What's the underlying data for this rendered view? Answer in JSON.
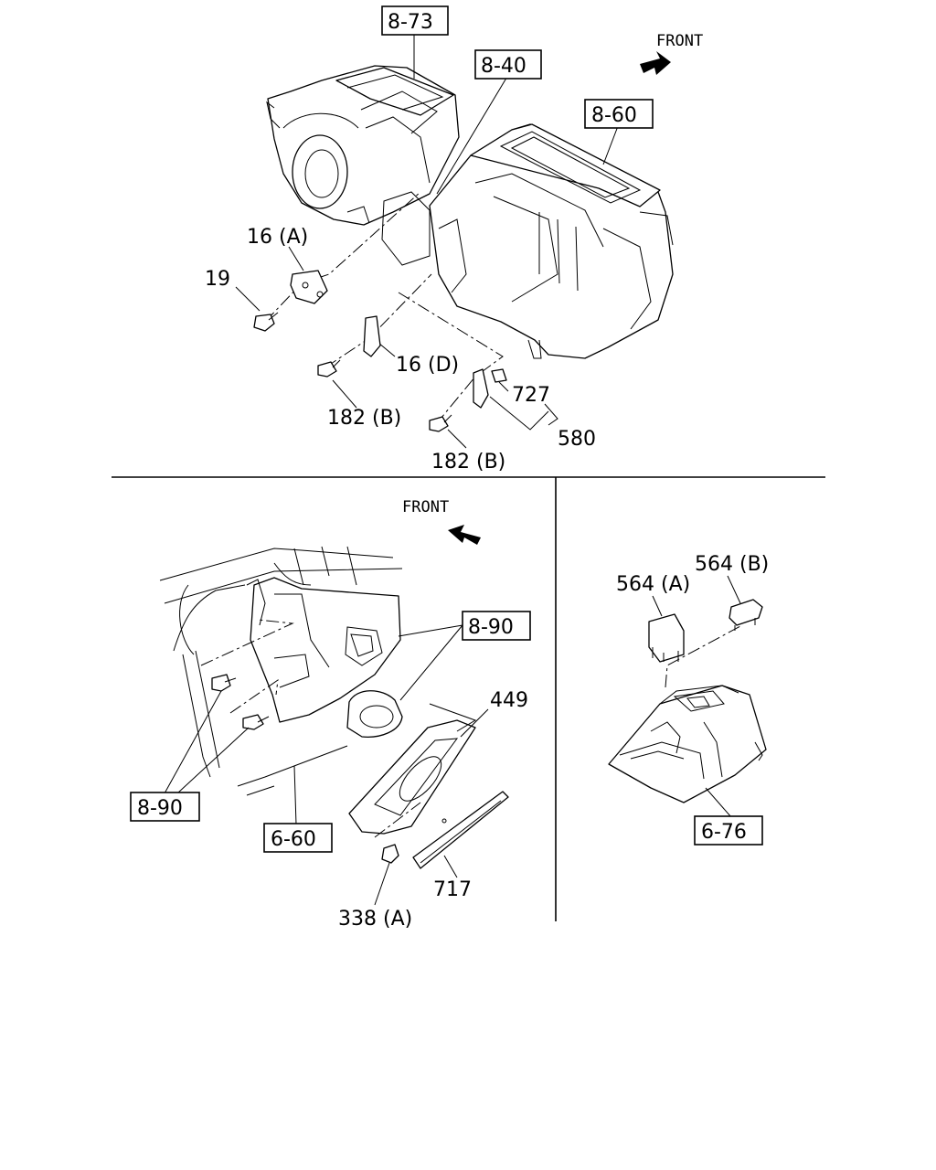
{
  "front_labels": {
    "top": "FRONT",
    "bottom": "FRONT"
  },
  "refs": {
    "r8_73": "8-73",
    "r8_40": "8-40",
    "r8_60": "8-60",
    "r8_90a": "8-90",
    "r8_90b": "8-90",
    "r6_60": "6-60",
    "r6_76": "6-76"
  },
  "parts": {
    "p16a": "16 (A)",
    "p19": "19",
    "p16d": "16 (D)",
    "p182b_1": "182 (B)",
    "p182b_2": "182 (B)",
    "p727": "727",
    "p580": "580",
    "p449": "449",
    "p717": "717",
    "p338a": "338 (A)",
    "p564a": "564 (A)",
    "p564b": "564 (B)"
  }
}
